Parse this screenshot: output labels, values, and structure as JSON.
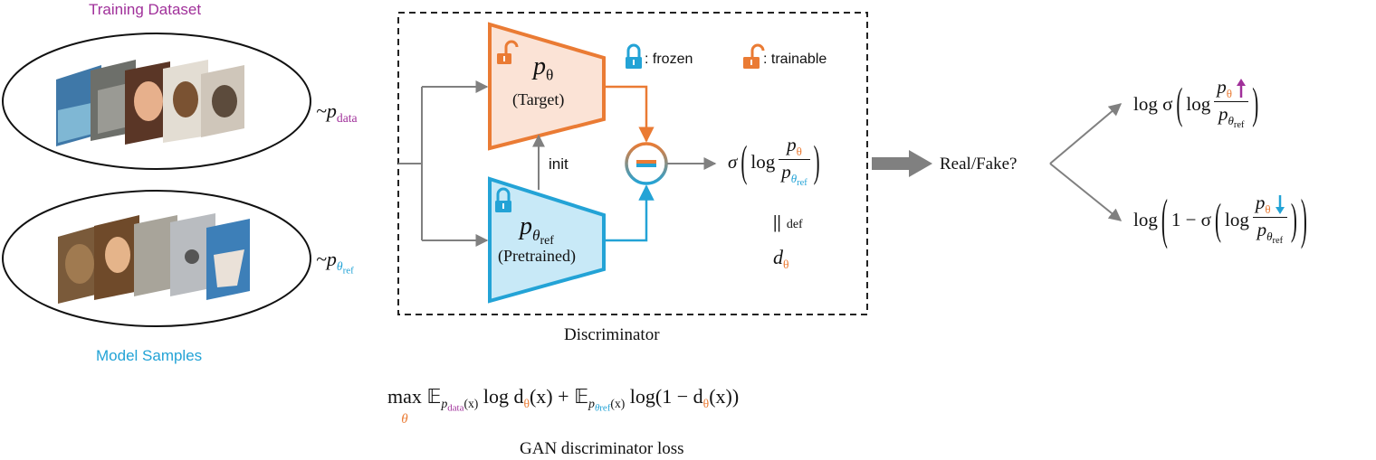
{
  "colors": {
    "purple": "#a0309a",
    "blue": "#23a3d6",
    "orange": "#ea7b34",
    "orange_fill": "#fbe3d6",
    "blue_fill": "#c8e9f7",
    "gray": "#808080"
  },
  "dataset": {
    "training_label": "Training Dataset",
    "model_label": "Model Samples",
    "p_symbol": "~p",
    "data_sub": "data",
    "theta_sub": "θ",
    "ref_sub": "ref"
  },
  "discriminator": {
    "label": "Discriminator",
    "target_symbol": "p",
    "target_sub": "θ",
    "target_name": "(Target)",
    "ref_symbol": "p",
    "ref_sub_theta": "θ",
    "ref_sub_ref": "ref",
    "ref_name": "(Pretrained)",
    "init_label": "init",
    "legend_frozen": ": frozen",
    "legend_trainable": ": trainable",
    "sigma": "σ",
    "log": "log",
    "p": "p",
    "theta": "θ",
    "ref": "ref",
    "def_bars": "||",
    "def_label": "def",
    "d_symbol": "d",
    "d_sub": "θ"
  },
  "decision": {
    "label": "Real/Fake?",
    "upper": {
      "prefix": "log σ",
      "log": "log",
      "p": "p",
      "theta": "θ",
      "ref": "ref"
    },
    "lower": {
      "prefix": "log",
      "one_minus": "1 − σ",
      "log": "log",
      "p": "p",
      "theta": "θ",
      "ref": "ref"
    }
  },
  "loss": {
    "max": "max",
    "theta": "θ",
    "E": "𝔼",
    "p": "p",
    "data": "data",
    "x": "(x)",
    "log_d": "log d",
    "plus": "+",
    "ref": "ref",
    "log1m": "log(1 − d",
    "close": "(x))",
    "caption": "GAN discriminator loss"
  },
  "icons": [
    "lock-open-icon",
    "lock-closed-icon",
    "minus-circle-icon",
    "photo-stack-icon",
    "up-arrow-icon",
    "down-arrow-icon"
  ]
}
